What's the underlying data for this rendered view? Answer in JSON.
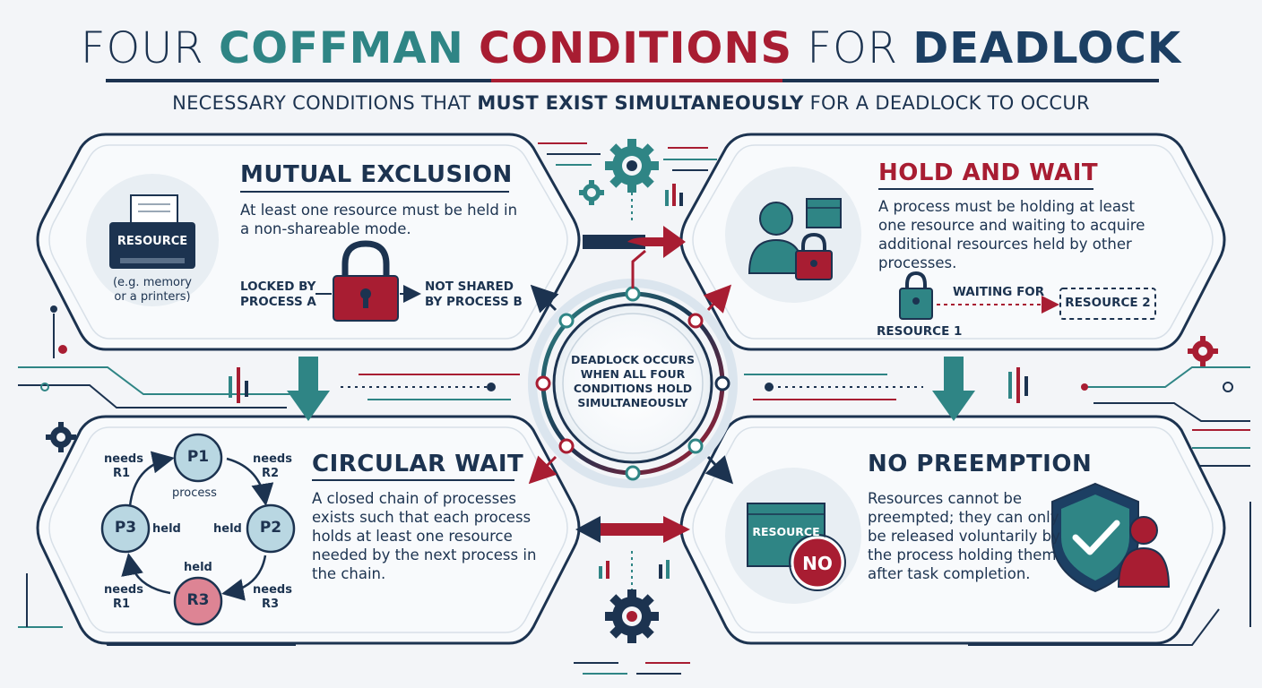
{
  "header": {
    "title_1": "FOUR",
    "title_2": "COFFMAN",
    "title_3": "CONDITIONS",
    "title_4": "FOR",
    "title_5": "DEADLOCK",
    "subtitle_1": "NECESSARY CONDITIONS THAT",
    "subtitle_bold": "MUST EXIST SIMULTANEOUSLY",
    "subtitle_2": "FOR A DEADLOCK TO OCCUR"
  },
  "mutual_exclusion": {
    "title": "MUTUAL EXCLUSION",
    "body": "At least one resource must be held in a non-shareable mode.",
    "resource_label": "RESOURCE",
    "resource_note_1": "(e.g. memory",
    "resource_note_2": "or a printers)",
    "locked_1": "LOCKED BY",
    "locked_2": "PROCESS A",
    "not_shared_1": "NOT SHARED",
    "not_shared_2": "BY PROCESS B"
  },
  "hold_and_wait": {
    "title": "HOLD AND WAIT",
    "body": "A process must be holding at least one resource and waiting to acquire additional resources held by other processes.",
    "waiting_for": "WAITING FOR",
    "resource_1": "RESOURCE 1",
    "resource_2": "RESOURCE 2"
  },
  "circular_wait": {
    "title": "CIRCULAR WAIT",
    "body": "A closed chain of processes exists such that each process holds at least one resource needed by the next process in the chain.",
    "p1": "P1",
    "p2": "P2",
    "p3": "P3",
    "r3": "R3",
    "needs_r1_top_1": "needs",
    "needs_r1_top_2": "R1",
    "needs_r2_1": "needs",
    "needs_r2_2": "R2",
    "needs_r3_1": "needs",
    "needs_r3_2": "R3",
    "needs_r1_bottom_1": "needs",
    "needs_r1_bottom_2": "R1",
    "process": "process",
    "held_left": "held",
    "held_right": "held",
    "held_bottom": "held"
  },
  "no_preemption": {
    "title": "NO PREEMPTION",
    "body": "Resources cannot be preempted; they can only be released voluntarily by the process holding them after task completion.",
    "resource_label": "RESOURCE",
    "no_label": "NO"
  },
  "center": {
    "line_1": "DEADLOCK OCCURS",
    "line_2": "WHEN ALL FOUR",
    "line_3": "CONDITIONS HOLD",
    "line_4": "SIMULTANEOUSLY"
  },
  "colors": {
    "navy": "#1c3350",
    "teal": "#2f8585",
    "red": "#a81d32",
    "panel_bg": "#f8fafc"
  },
  "icons": [
    "printer-icon",
    "padlock-icon",
    "user-icon",
    "box-icon",
    "shield-check-icon",
    "gear-icon",
    "circular-arrows-icon"
  ]
}
